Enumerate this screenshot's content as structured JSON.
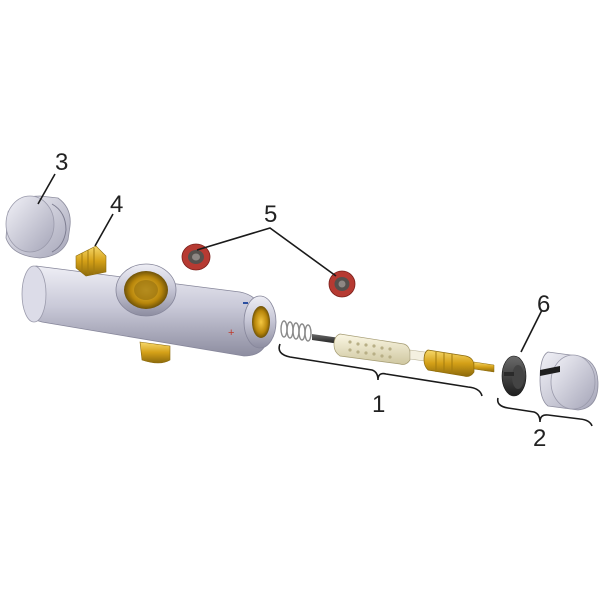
{
  "callouts": {
    "1": "1",
    "2": "2",
    "3": "3",
    "4": "4",
    "5": "5",
    "6": "6"
  },
  "colors": {
    "body_silver": "#c9c9d6",
    "brass": "#d4a017",
    "seal_red": "#c0392b",
    "rubber_dark": "#2b2b2b",
    "cartridge_cream": "#efe8c8",
    "line": "#1a1a1a"
  },
  "parts": [
    {
      "number": "1",
      "part": "thermostatic-cartridge-assembly"
    },
    {
      "number": "2",
      "part": "handle-assembly"
    },
    {
      "number": "3",
      "part": "end-cap"
    },
    {
      "number": "4",
      "part": "brass-check-valve"
    },
    {
      "number": "5",
      "part": "o-ring-seals"
    },
    {
      "number": "6",
      "part": "handle-adapter"
    }
  ]
}
